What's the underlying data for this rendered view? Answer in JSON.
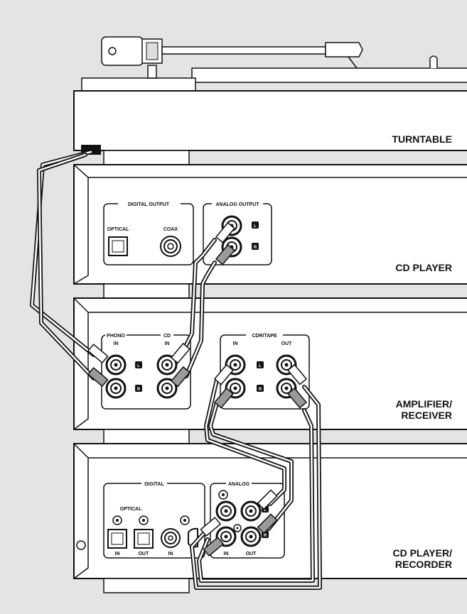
{
  "units": {
    "turntable": "TURNTABLE",
    "cd_player": "CD PLAYER",
    "amplifier_line1": "AMPLIFIER/",
    "amplifier_line2": "RECEIVER",
    "recorder_line1": "CD PLAYER/",
    "recorder_line2": "RECORDER"
  },
  "cd_player_panel": {
    "digital_output": "DIGITAL OUTPUT",
    "optical": "OPTICAL",
    "coax": "COAX",
    "analog_output": "ANALOG OUTPUT"
  },
  "amplifier_panel": {
    "phono": "PHONO",
    "phono_in": "IN",
    "cd": "CD",
    "cd_in": "IN",
    "cdr_tape": "CDR/TAPE",
    "cdr_in": "IN",
    "cdr_out": "OUT"
  },
  "recorder_panel": {
    "digital": "DIGITAL",
    "optical": "OPTICAL",
    "optical_in": "IN",
    "optical_out": "OUT",
    "coax_in": "IN",
    "analog": "ANALOG",
    "analog_in": "IN",
    "analog_out": "OUT"
  },
  "channels": {
    "left": "L",
    "right": "R"
  },
  "colors": {
    "background": "#e3e4e6",
    "device": "#ffffff",
    "outline": "#111111",
    "plug": "#9a9a9a"
  }
}
